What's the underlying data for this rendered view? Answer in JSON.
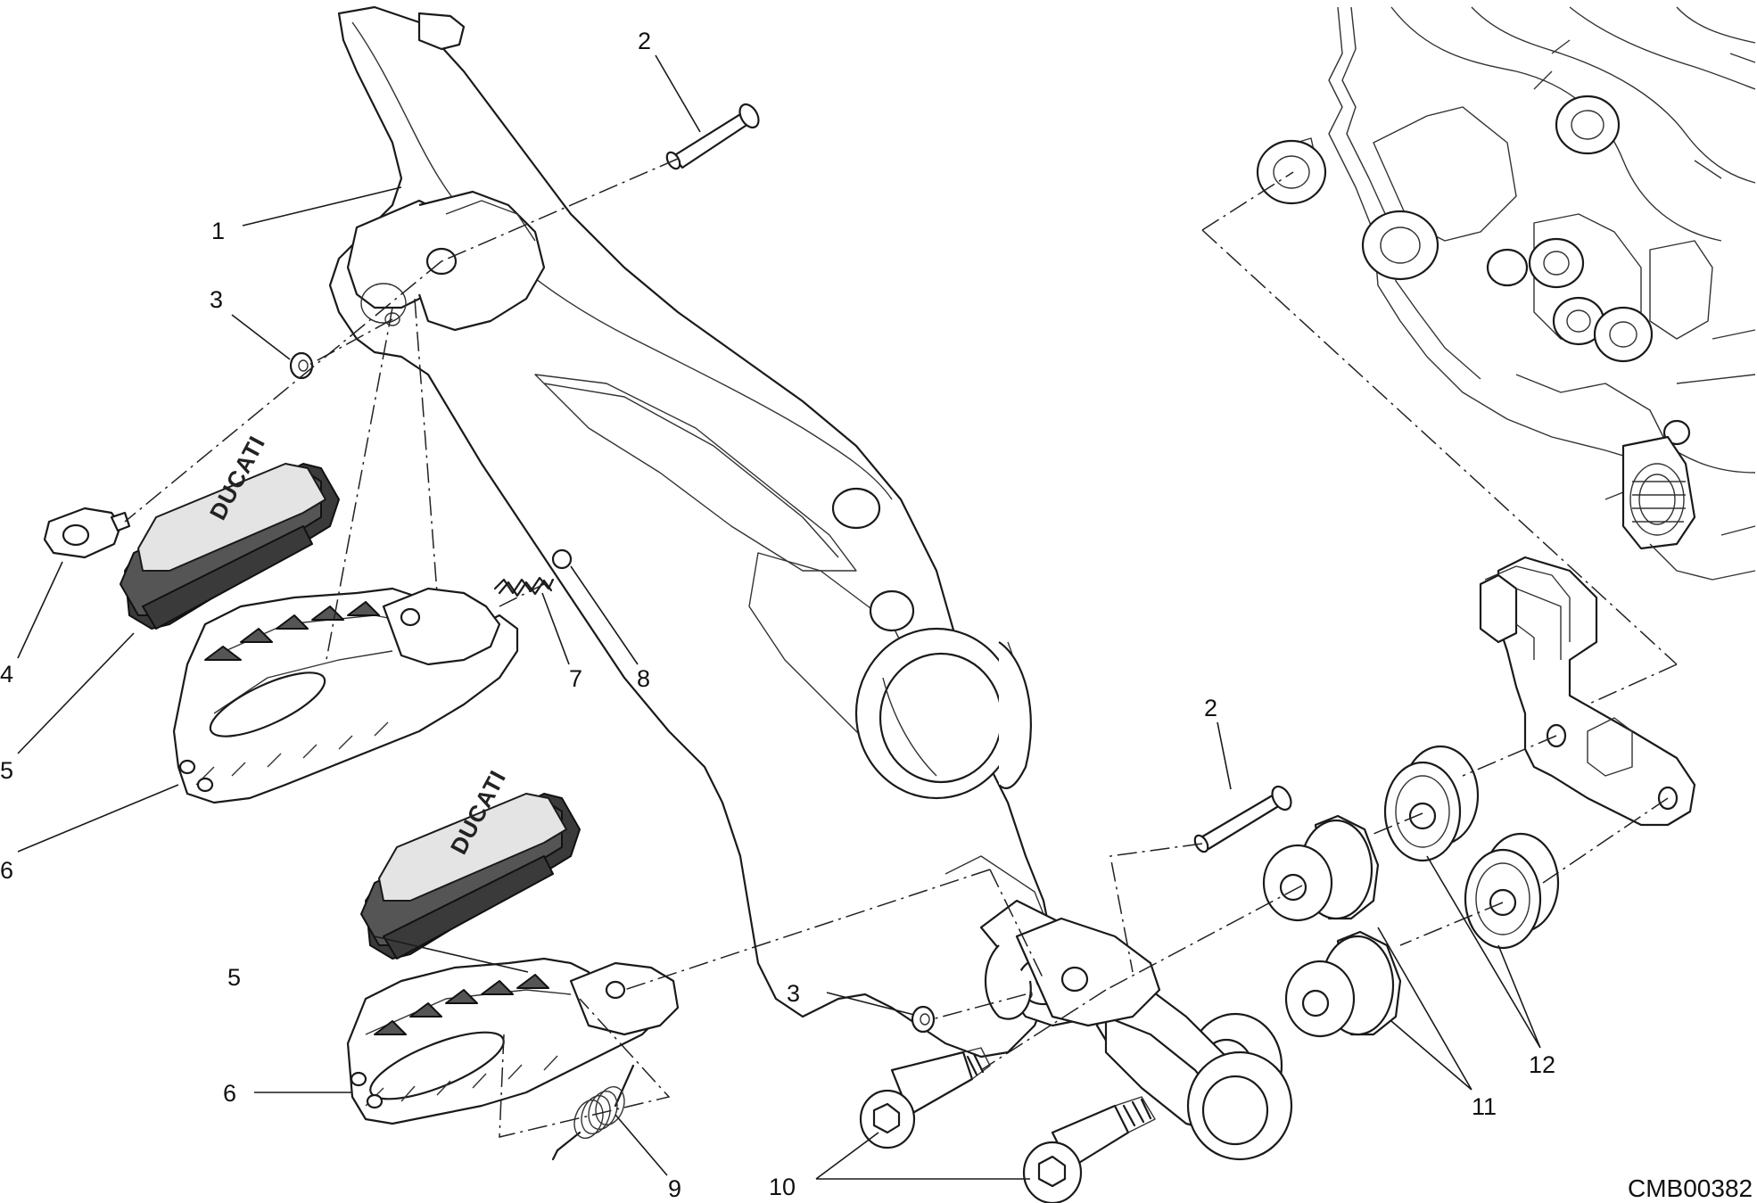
{
  "diagram_code": "CMB00382",
  "brand_mark": "DUCATI",
  "callouts": [
    {
      "id": "c1",
      "label": "1"
    },
    {
      "id": "c2a",
      "label": "2"
    },
    {
      "id": "c2b",
      "label": "2"
    },
    {
      "id": "c3a",
      "label": "3"
    },
    {
      "id": "c3b",
      "label": "3"
    },
    {
      "id": "c4",
      "label": "4"
    },
    {
      "id": "c5a",
      "label": "5"
    },
    {
      "id": "c5b",
      "label": "5"
    },
    {
      "id": "c6a",
      "label": "6"
    },
    {
      "id": "c6b",
      "label": "6"
    },
    {
      "id": "c7",
      "label": "7"
    },
    {
      "id": "c8",
      "label": "8"
    },
    {
      "id": "c9",
      "label": "9"
    },
    {
      "id": "c10",
      "label": "10"
    },
    {
      "id": "c11",
      "label": "11"
    },
    {
      "id": "c12",
      "label": "12"
    }
  ]
}
